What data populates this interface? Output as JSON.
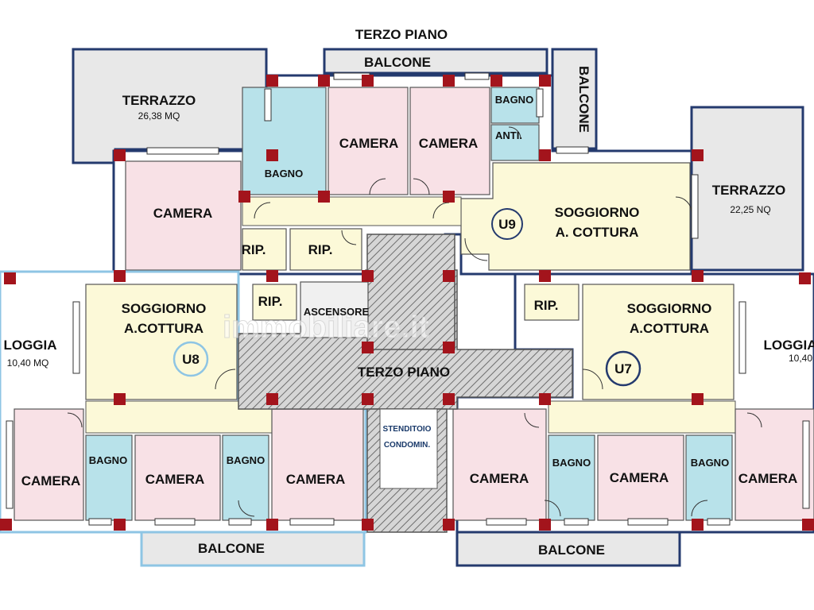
{
  "floor_title": "TERZO PIANO",
  "center_title": "TERZO PIANO",
  "watermark": "immobiliare.it",
  "colors": {
    "camera": "#f8e1e6",
    "bagno": "#b8e2ea",
    "soggiorno": "#fcf9d8",
    "exterior": "#e8e8e8",
    "pillar": "#a3141c",
    "outline_dark": "#243a6e",
    "outline_light": "#8ec5e4",
    "hatch": "#8a8a8a"
  },
  "labels": {
    "terrazzo_nw": "TERRAZZO",
    "terrazzo_nw_area": "26,38 MQ",
    "balcone_top": "BALCONE",
    "balcone_right_top": "BALCONE",
    "bagno_top_small": "BAGNO",
    "anti": "ANTI.",
    "camera_top1": "CAMERA",
    "camera_top2": "CAMERA",
    "bagno_u9": "BAGNO",
    "camera_u9_left": "CAMERA",
    "soggiorno_u9_l1": "SOGGIORNO",
    "soggiorno_u9_l2": "A. COTTURA",
    "terrazzo_ne": "TERRAZZO",
    "terrazzo_ne_area": "22,25 NQ",
    "u9": "U9",
    "rip_1": "RIP.",
    "rip_2": "RIP.",
    "rip_3": "RIP.",
    "rip_4": "RIP.",
    "ascensore": "ASCENSORE",
    "loggia_w": "LOGGIA",
    "loggia_w_area": "10,40 MQ",
    "soggiorno_u8_l1": "SOGGIORNO",
    "soggiorno_u8_l2": "A.COTTURA",
    "u8": "U8",
    "soggiorno_u7_l1": "SOGGIORNO",
    "soggiorno_u7_l2": "A.COTTURA",
    "u7": "U7",
    "loggia_e": "LOGGIA",
    "loggia_e_area": "10,40",
    "stenditoio_l1": "STENDITOIO",
    "stenditoio_l2": "CONDOMIN.",
    "camera_sw1": "CAMERA",
    "bagno_sw1": "BAGNO",
    "camera_sw2": "CAMERA",
    "bagno_sw2": "BAGNO",
    "camera_sw3": "CAMERA",
    "camera_se1": "CAMERA",
    "bagno_se1": "BAGNO",
    "camera_se2": "CAMERA",
    "bagno_se2": "BAGNO",
    "camera_se3": "CAMERA",
    "balcone_sw": "BALCONE",
    "balcone_se": "BALCONE"
  }
}
